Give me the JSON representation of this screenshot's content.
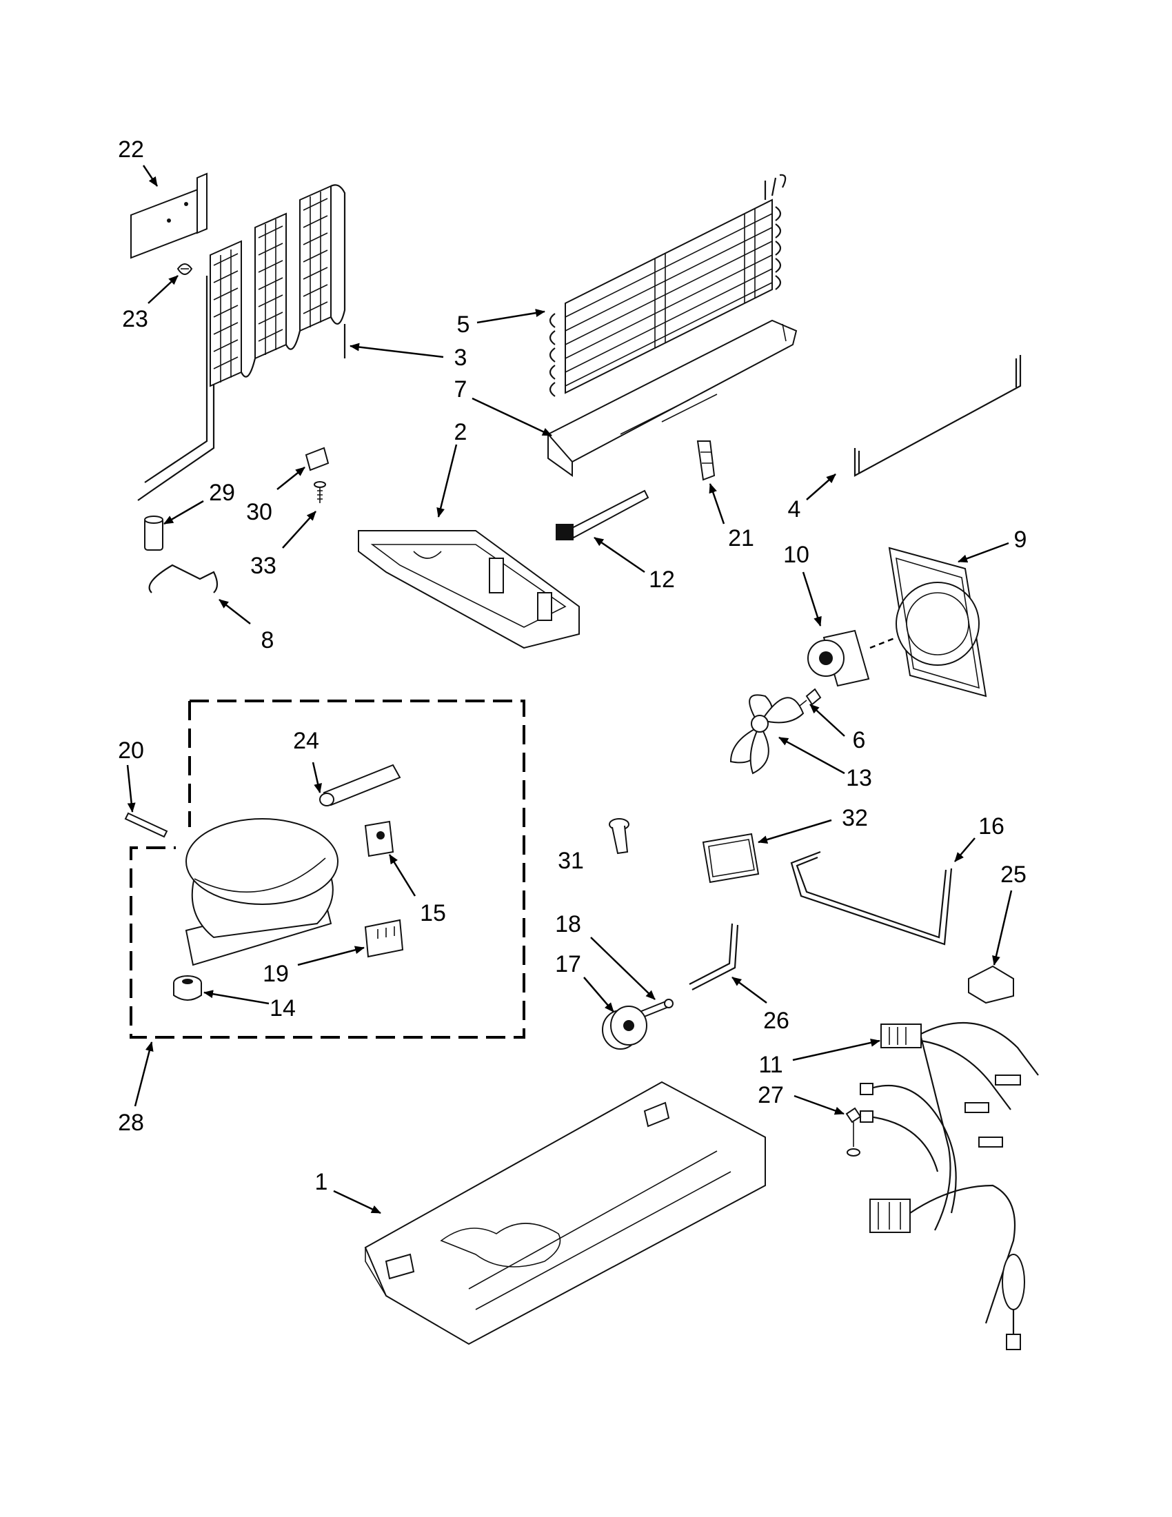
{
  "diagram": {
    "callouts": [
      {
        "id": "c1",
        "label": "1"
      },
      {
        "id": "c2",
        "label": "2"
      },
      {
        "id": "c3",
        "label": "3"
      },
      {
        "id": "c4",
        "label": "4"
      },
      {
        "id": "c5",
        "label": "5"
      },
      {
        "id": "c6",
        "label": "6"
      },
      {
        "id": "c7",
        "label": "7"
      },
      {
        "id": "c8",
        "label": "8"
      },
      {
        "id": "c9",
        "label": "9"
      },
      {
        "id": "c10",
        "label": "10"
      },
      {
        "id": "c11",
        "label": "11"
      },
      {
        "id": "c12",
        "label": "12"
      },
      {
        "id": "c13",
        "label": "13"
      },
      {
        "id": "c14",
        "label": "14"
      },
      {
        "id": "c15",
        "label": "15"
      },
      {
        "id": "c16",
        "label": "16"
      },
      {
        "id": "c17",
        "label": "17"
      },
      {
        "id": "c18",
        "label": "18"
      },
      {
        "id": "c19",
        "label": "19"
      },
      {
        "id": "c20",
        "label": "20"
      },
      {
        "id": "c21",
        "label": "21"
      },
      {
        "id": "c22",
        "label": "22"
      },
      {
        "id": "c23",
        "label": "23"
      },
      {
        "id": "c24",
        "label": "24"
      },
      {
        "id": "c25",
        "label": "25"
      },
      {
        "id": "c26",
        "label": "26"
      },
      {
        "id": "c27",
        "label": "27"
      },
      {
        "id": "c28",
        "label": "28"
      },
      {
        "id": "c29",
        "label": "29"
      },
      {
        "id": "c30",
        "label": "30"
      },
      {
        "id": "c31",
        "label": "31"
      },
      {
        "id": "c32",
        "label": "32"
      },
      {
        "id": "c33",
        "label": "33"
      }
    ],
    "line_color": "#000000",
    "background": "#ffffff"
  }
}
